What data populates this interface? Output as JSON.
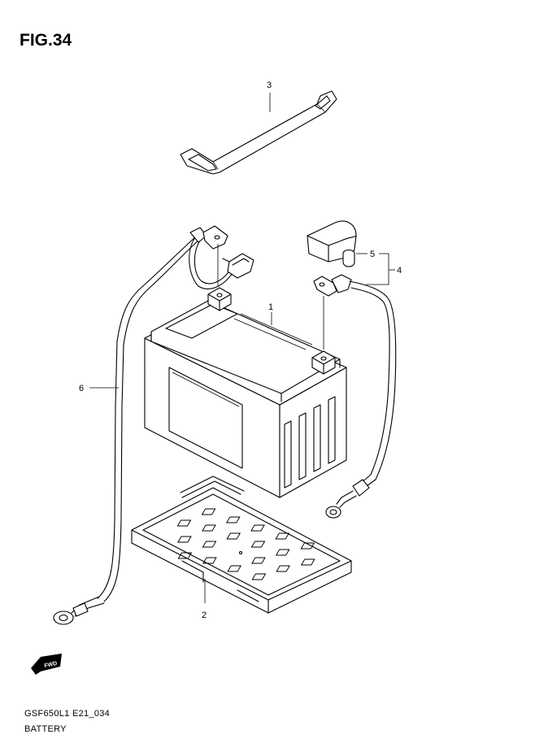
{
  "figure": {
    "title": "FIG.34",
    "code": "GSF650L1 E21_034",
    "caption": "BATTERY"
  },
  "callouts": [
    "1",
    "2",
    "3",
    "4",
    "5",
    "6"
  ],
  "fwd_badge": "FWD"
}
